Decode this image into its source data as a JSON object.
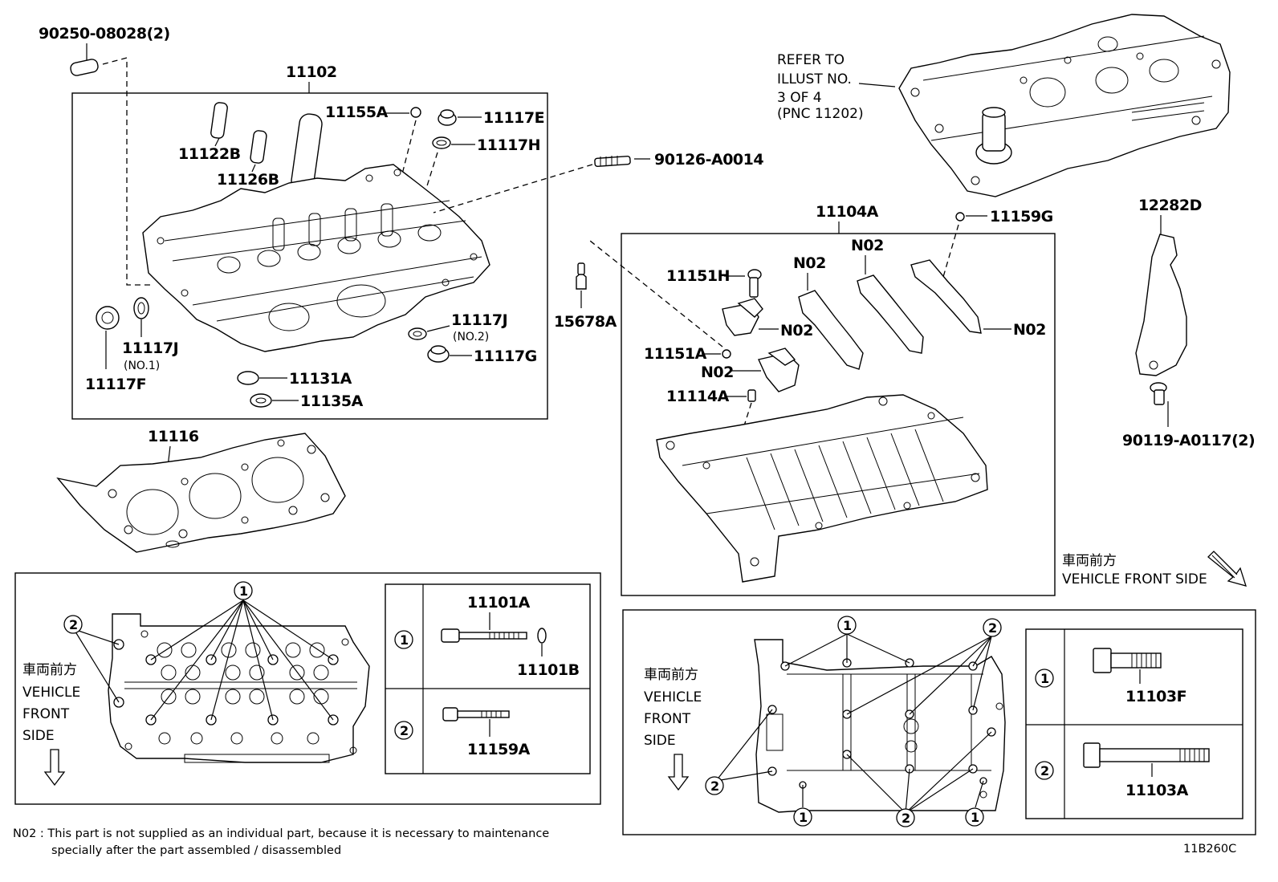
{
  "labels": {
    "p90250": "90250-08028(2)",
    "p11102": "11102",
    "p11155A": "11155A",
    "p11117E": "11117E",
    "p11117H": "11117H",
    "p11122B": "11122B",
    "p11126B": "11126B",
    "p90126": "90126-A0014",
    "p11117J_1": "11117J",
    "no1": "(NO.1)",
    "p11117F": "11117F",
    "p11117J_2": "11117J",
    "no2": "(NO.2)",
    "p11117G": "11117G",
    "p11131A": "11131A",
    "p11135A": "11135A",
    "p11116": "11116",
    "p15678A": "15678A",
    "p11104A": "11104A",
    "p11159G": "11159G",
    "p11151H": "11151H",
    "p11151A": "11151A",
    "p11114A": "11114A",
    "n02_a": "N02",
    "n02_b": "N02",
    "n02_c": "N02",
    "n02_d": "N02",
    "n02_e": "N02",
    "p12282D": "12282D",
    "p90119": "90119-A0117(2)",
    "p11101A": "11101A",
    "p11101B": "11101B",
    "p11159A": "11159A",
    "p11103F": "11103F",
    "p11103A": "11103A"
  },
  "refer": {
    "line1": "REFER TO",
    "line2": "ILLUST NO.",
    "line3": "3 OF 4",
    "line4": "(PNC 11202)"
  },
  "vehicle_front": {
    "jp": "車両前方",
    "line1": "VEHICLE",
    "line2": "FRONT",
    "line3": "SIDE",
    "oneline": "VEHICLE FRONT SIDE"
  },
  "markers": {
    "one": "1",
    "two": "2"
  },
  "footer": {
    "note_line1": "N02 : This part is not supplied as an individual part, because it is necessary to maintenance",
    "note_line2": "specially after the part assembled / disassembled",
    "code": "11B260C"
  }
}
